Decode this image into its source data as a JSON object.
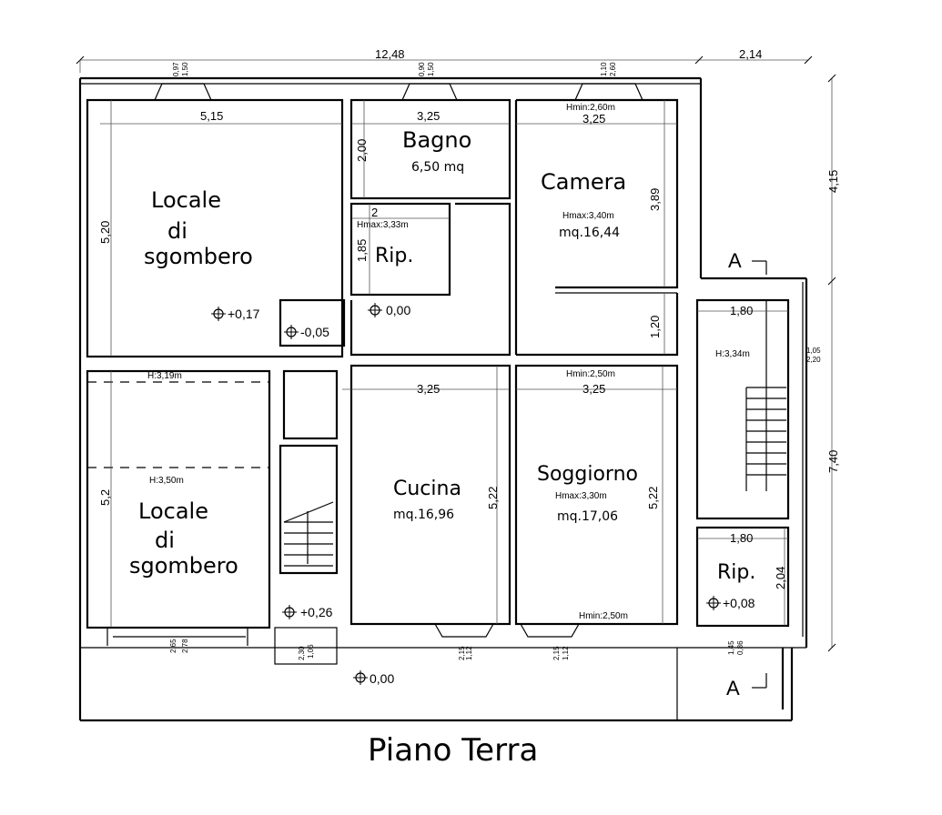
{
  "title": "Piano Terra",
  "rooms": {
    "locale1": {
      "line1": "Locale",
      "line2": "di",
      "line3": "sgombero"
    },
    "bagno": {
      "name": "Bagno",
      "area": "6,50 mq"
    },
    "camera": {
      "name": "Camera",
      "hmax": "Hmax:3,40m",
      "area": "mq.16,44"
    },
    "rip1": {
      "name": "Rip.",
      "hmax": "Hmax:3,33m"
    },
    "locale2": {
      "line1": "Locale",
      "line2": "di",
      "line3": "sgombero",
      "h1": "H:3,19m",
      "h2": "H:3,50m"
    },
    "cucina": {
      "name": "Cucina",
      "area": "mq.16,96"
    },
    "soggiorno": {
      "name": "Soggiorno",
      "hmax": "Hmax:3,30m",
      "area": "mq.17,06"
    },
    "scala": {
      "h": "H:3,34m"
    },
    "rip2": {
      "name": "Rip."
    }
  },
  "heights": {
    "hmin_camera": "Hmin:2,60m",
    "hmin_mid": "Hmin:2,50m",
    "hmin_bottom": "Hmin:2,50m"
  },
  "levels": {
    "l017": "+0,17",
    "l000a": "0,00",
    "l005": "-0,05",
    "l026": "+0,26",
    "l000b": "0,00",
    "l008": "+0,08"
  },
  "dims": {
    "overall_w": "12,48",
    "right_w": "2,14",
    "locale1_w": "5,15",
    "bagno_w": "3,25",
    "camera_w": "3,25",
    "locale1_h": "5,20",
    "bagno_h": "2,00",
    "camera_h": "3,89",
    "rip1_w": "2",
    "rip1_h": "1,85",
    "right_top_h": "4,15",
    "scala_w": "1,80",
    "corr_h": "1,20",
    "cucina_w": "3,25",
    "sogg_w": "3,25",
    "locale2_h": "5,2",
    "cucina_h": "5,22",
    "sogg_h": "5,22",
    "right_bot_h": "7,40",
    "rip2_w": "1,80",
    "rip2_h": "2,04"
  },
  "openings": {
    "w1a": "0,97",
    "w1b": "1,50",
    "w2a": "0,90",
    "w2b": "1,50",
    "w3a": "1,10",
    "w3b": "2,60",
    "w4a": "1,05",
    "w4b": "2,20",
    "w5a": "2,78",
    "w5b": "2,65",
    "w6a": "1,06",
    "w6b": "2,30",
    "w7a": "1,12",
    "w7b": "2,15",
    "w8a": "1,12",
    "w8b": "2,15",
    "w9a": "0,86",
    "w9b": "1,45"
  },
  "section_marks": {
    "top": "A",
    "bottom": "A"
  }
}
